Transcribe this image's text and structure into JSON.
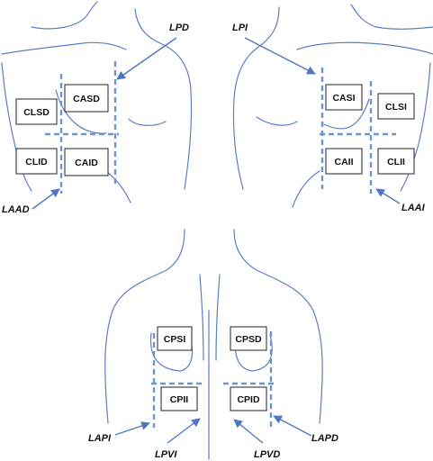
{
  "zones": {
    "clsd": "CLSD",
    "casd": "CASD",
    "clid": "CLID",
    "caid": "CAID",
    "casi": "CASI",
    "clsi": "CLSI",
    "caii": "CAII",
    "clii": "CLII",
    "cpsi": "CPSI",
    "cpsd": "CPSD",
    "cpii": "CPII",
    "cpid": "CPID"
  },
  "pointers": {
    "lpd": "LPD",
    "lpi": "LPI",
    "laad": "LAAD",
    "laai": "LAAI",
    "lapi": "LAPI",
    "lapd": "LAPD",
    "lpvi": "LPVI",
    "lpvd": "LPVD"
  }
}
